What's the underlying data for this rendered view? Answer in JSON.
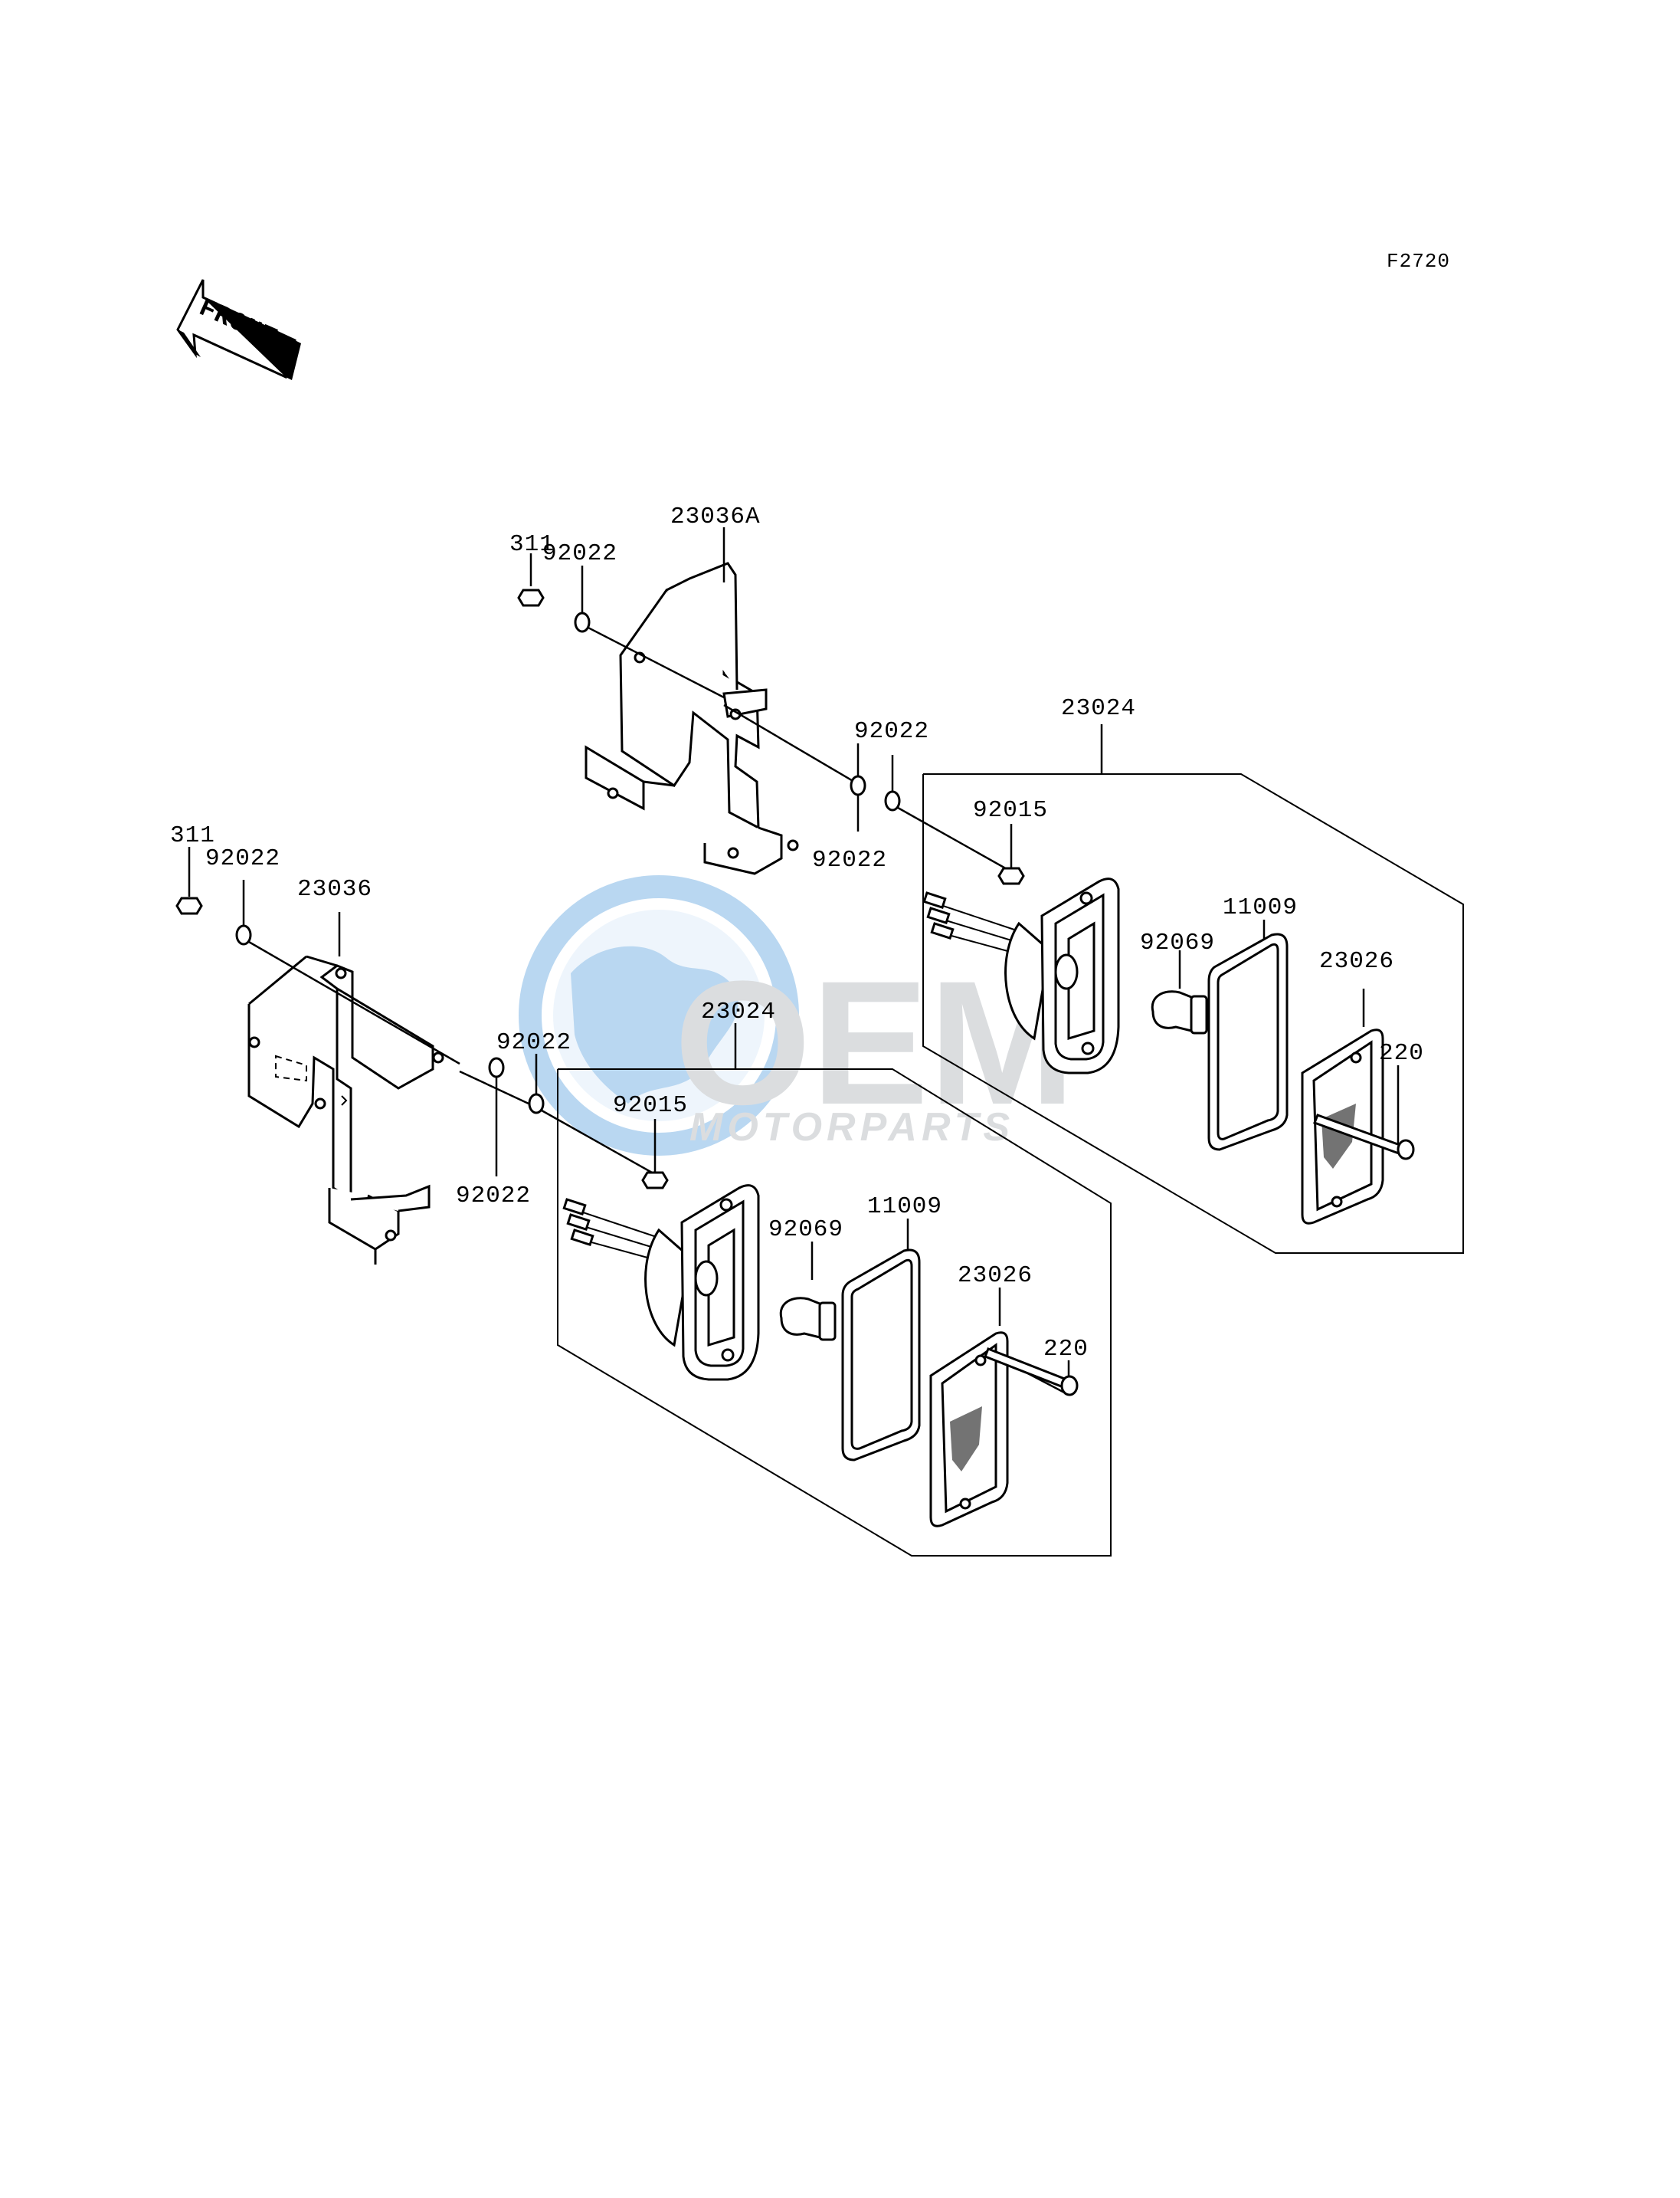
{
  "figure_code": "F2720",
  "front_arrow_text": "FRONT",
  "watermark": {
    "main": "OEM",
    "sub": "MOTORPARTS",
    "color_blue": "#3a8fd8",
    "color_gray": "#9aa0a6"
  },
  "labels": {
    "bracket_a": "23036A",
    "bracket_b": "23036",
    "nut_311_upper": "311",
    "nut_311_lower": "311",
    "washer_upper_left": "92022",
    "washer_upper_mid_top": "92022",
    "washer_upper_mid_bottom": "92022",
    "washer_lower_left": "92022",
    "washer_lower_mid_top": "92022",
    "washer_lower_mid_bottom": "92022",
    "lamp_upper": "23024",
    "lamp_lower": "23024",
    "nut_92015_upper": "92015",
    "nut_92015_lower": "92015",
    "bulb_upper": "92069",
    "bulb_lower": "92069",
    "gasket_upper": "11009",
    "gasket_lower": "11009",
    "lens_upper": "23026",
    "lens_lower": "23026",
    "screw_upper": "220",
    "screw_lower": "220"
  }
}
